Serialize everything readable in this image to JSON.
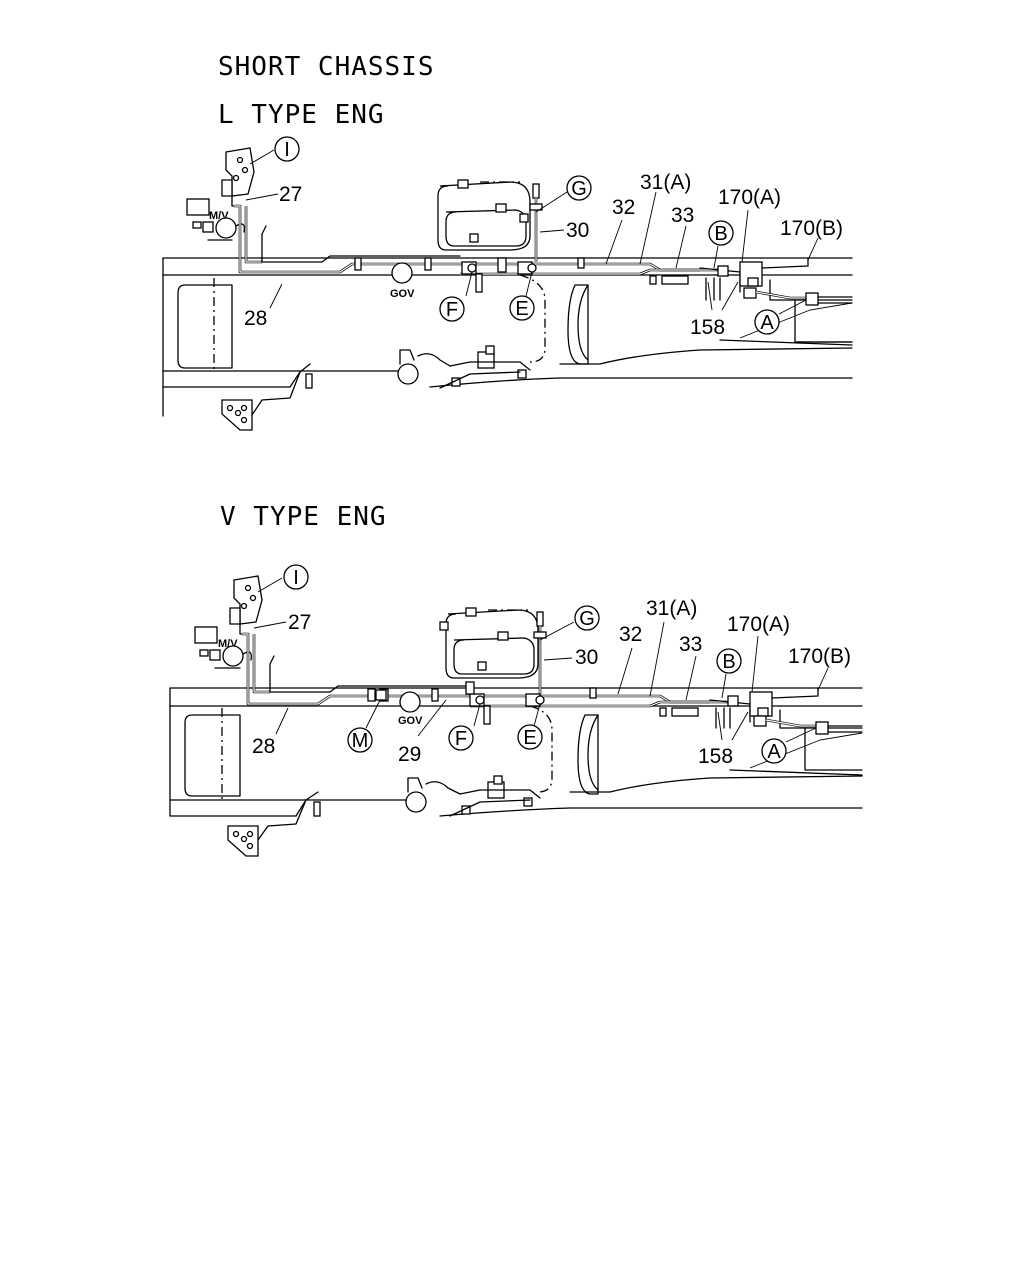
{
  "page_title": "SHORT CHASSIS",
  "sections": [
    {
      "heading": "L TYPE ENG",
      "labels": {
        "l27": "27",
        "l28": "28",
        "l30": "30",
        "l31a": "31(A)",
        "l32": "32",
        "l33": "33",
        "l158": "158",
        "l170a": "170(A)",
        "l170b": "170(B)",
        "mv": "M/V",
        "gov": "GOV"
      },
      "callouts": {
        "I": "I",
        "G": "G",
        "B": "B",
        "F": "F",
        "E": "E",
        "A": "A"
      }
    },
    {
      "heading": "V TYPE ENG",
      "labels": {
        "l27": "27",
        "l28": "28",
        "l29": "29",
        "l30": "30",
        "l31a": "31(A)",
        "l32": "32",
        "l33": "33",
        "l158": "158",
        "l170a": "170(A)",
        "l170b": "170(B)",
        "mv": "M/V",
        "gov": "GOV"
      },
      "callouts": {
        "I": "I",
        "G": "G",
        "B": "B",
        "M": "M",
        "F": "F",
        "E": "E",
        "A": "A"
      }
    }
  ]
}
